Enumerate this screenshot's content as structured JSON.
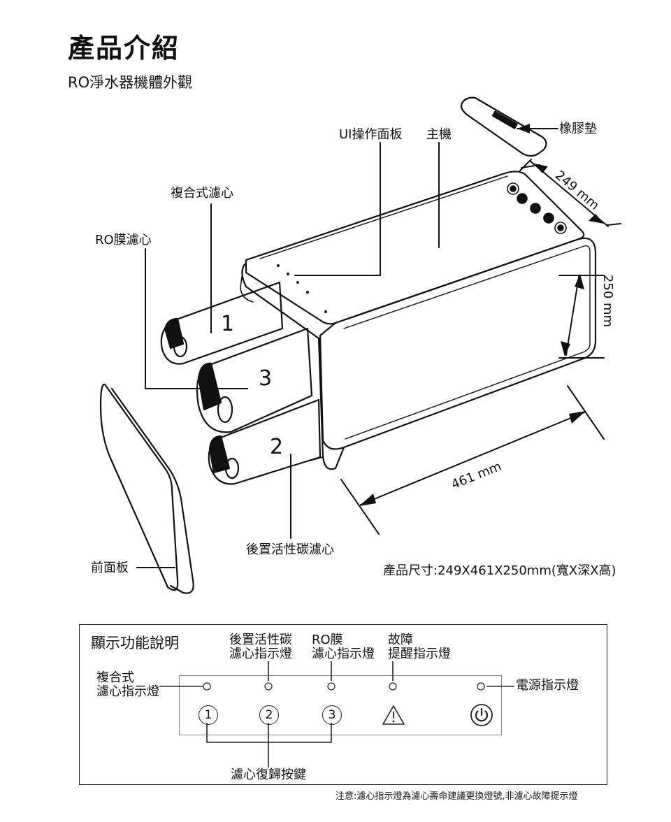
{
  "header": {
    "title": "產品介紹",
    "subtitle": "RO淨水器機體外觀"
  },
  "callouts": {
    "ui_panel": "UI操作面板",
    "main_unit": "主機",
    "rubber_pad": "橡膠墊",
    "composite_filter": "複合式濾心",
    "ro_filter": "RO膜濾心",
    "post_carbon": "後置活性碳濾心",
    "front_panel": "前面板"
  },
  "numbers": {
    "one": "1",
    "two": "2",
    "three": "3"
  },
  "dimensions": {
    "depth": "249 mm",
    "height": "250 mm",
    "length": "461 mm",
    "spec": "產品尺寸:249X461X250mm(寬X深X高)"
  },
  "display_legend": {
    "heading": "顯示功能說明",
    "composite_light": "複合式\n濾心指示燈",
    "carbon_light": "後置活性碳\n濾心指示燈",
    "ro_light": "RO膜\n濾心指示燈",
    "fault_light": "故障\n提醒指示燈",
    "power_light": "電源指示燈",
    "button_1": "1",
    "button_2": "2",
    "button_3": "3",
    "reset_buttons": "濾心復歸按鍵",
    "note": "注意:濾心指示燈為濾心壽命建議更換燈號,非濾心故障提示燈"
  },
  "icons": [
    "warning-icon",
    "power-icon"
  ]
}
